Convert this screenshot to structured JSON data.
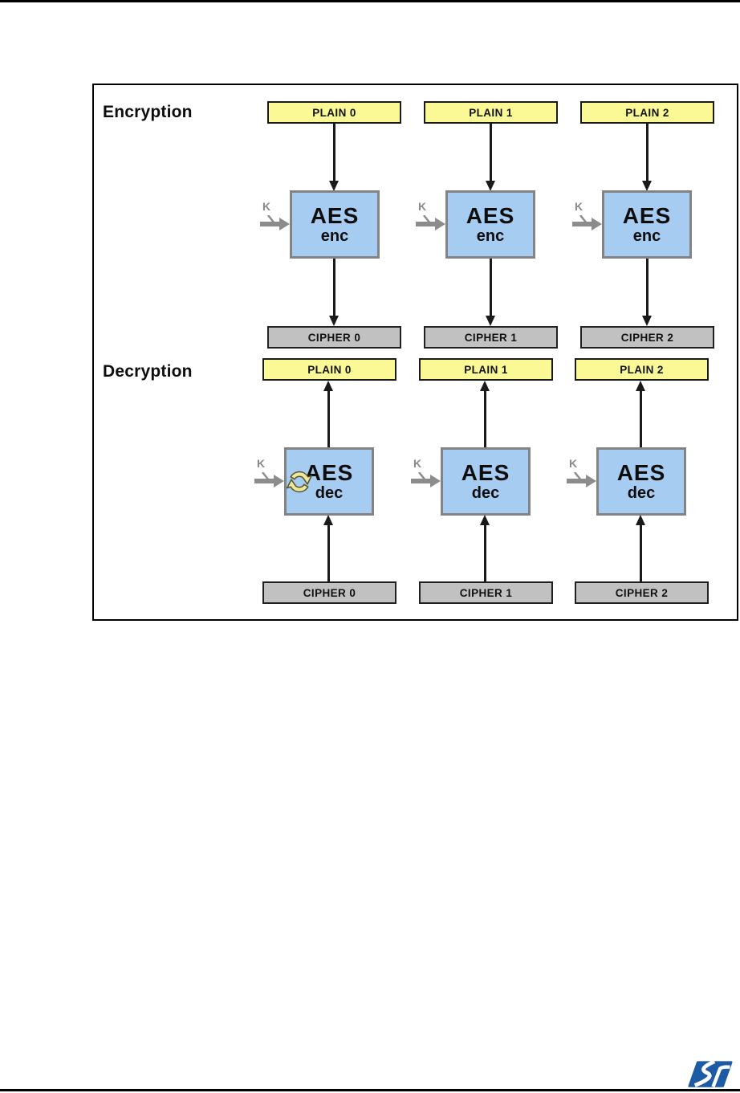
{
  "figure": {
    "encryption": {
      "label": "Encryption",
      "key_label": "K",
      "aes_title": "AES",
      "aes_mode": "enc",
      "columns": [
        {
          "input": "PLAIN 0",
          "output": "CIPHER 0"
        },
        {
          "input": "PLAIN 1",
          "output": "CIPHER 1"
        },
        {
          "input": "PLAIN 2",
          "output": "CIPHER 2"
        }
      ]
    },
    "decryption": {
      "label": "Decryption",
      "key_label": "K",
      "aes_title": "AES",
      "aes_mode": "dec",
      "columns": [
        {
          "output": "PLAIN 0",
          "input": "CIPHER 0"
        },
        {
          "output": "PLAIN 1",
          "input": "CIPHER 1"
        },
        {
          "output": "PLAIN 2",
          "input": "CIPHER 2"
        }
      ]
    },
    "colors": {
      "plain_fill": "#FBF896",
      "cipher_fill": "#C1C1C1",
      "aes_fill": "#A7CCF2",
      "aes_border": "#838383",
      "key_arrow_gray": "#8C8C8C",
      "arrow_black": "#1A1A1A",
      "logo_blue": "#1D5BA4"
    },
    "icons": {
      "key_arrow": "key-arrow-icon",
      "recycle": "recycle-arrows-icon",
      "logo": "st-microelectronics-logo"
    }
  }
}
